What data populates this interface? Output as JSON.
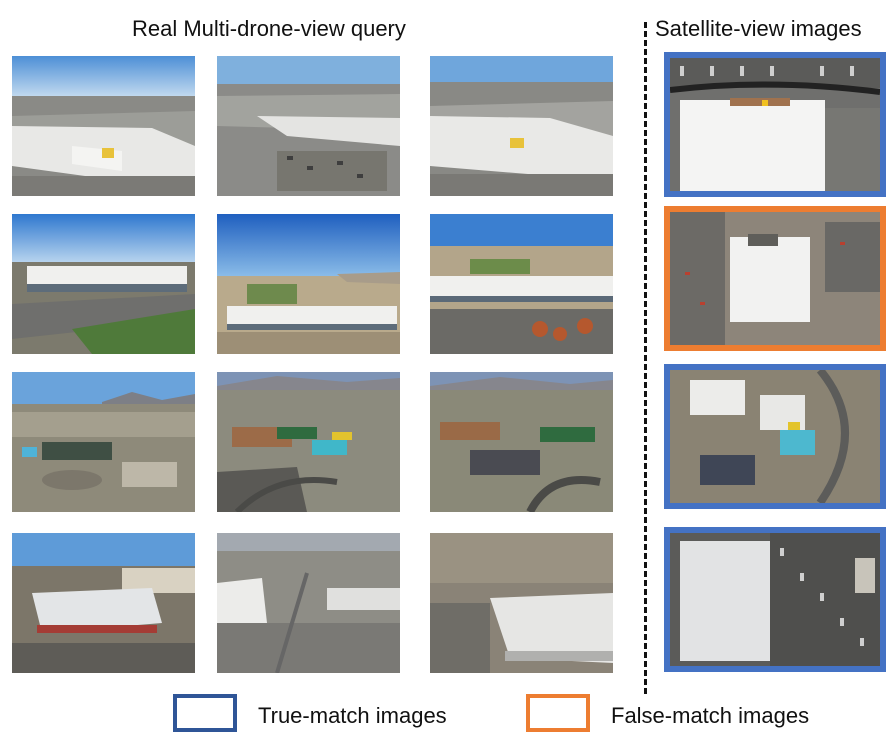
{
  "titles": {
    "drone_query": "Real Multi-drone-view query",
    "satellite": "Satellite-view images"
  },
  "legend": {
    "true_match": "True-match images",
    "false_match": "False-match images"
  },
  "colors": {
    "true_match_border": "#4472c4",
    "false_match_border": "#ed7d31"
  },
  "satellite_matches": [
    "true",
    "false",
    "true",
    "true"
  ]
}
